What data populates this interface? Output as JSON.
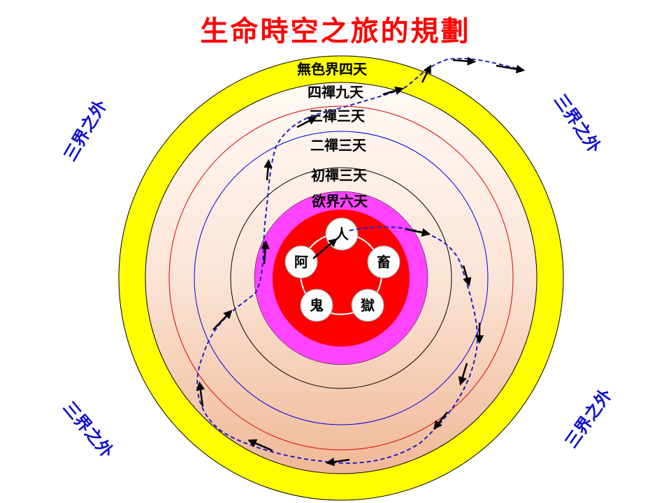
{
  "title": "生命時空之旅的規劃",
  "rings": [
    {
      "label": "無色界四天"
    },
    {
      "label": "四禪九天"
    },
    {
      "label": "三禪三天"
    },
    {
      "label": "二禪三天"
    },
    {
      "label": "初禪三天"
    },
    {
      "label": "欲界六天"
    }
  ],
  "realms": {
    "human": "人",
    "animal": "畜",
    "hell": "獄",
    "ghost": "鬼",
    "asura": "阿"
  },
  "outside": "三界之外",
  "colors": {
    "title": "#ff0000",
    "outer_ring": "#ffff00",
    "desire_realm": "#ff44ff",
    "core": "#ff0000",
    "path": "#2020c0",
    "outside_text": "#1010d0"
  }
}
